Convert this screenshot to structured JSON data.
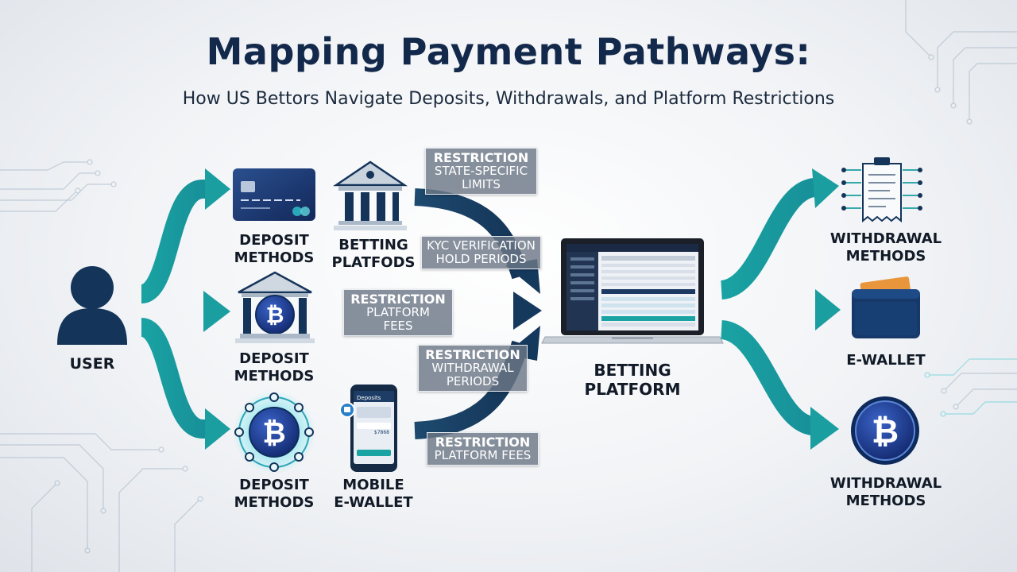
{
  "title": "Mapping Payment Pathways:",
  "subtitle": "How US Bettors Navigate Deposits, Withdrawals, and Platform Restrictions",
  "user": {
    "label": "USER"
  },
  "deposit_nodes": [
    {
      "lines": [
        "DEPOSIT",
        "METHODS"
      ],
      "icon": "credit-card-icon"
    },
    {
      "lines": [
        "DEPOSIT",
        "METHODS"
      ],
      "icon": "bank-bitcoin-icon"
    },
    {
      "lines": [
        "DEPOSIT",
        "METHODS"
      ],
      "icon": "bitcoin-network-icon"
    }
  ],
  "betting_platfods": {
    "lines": [
      "BETTING",
      "PLATFODS"
    ],
    "icon": "bank-icon"
  },
  "mobile_wallet": {
    "lines": [
      "MOBILE",
      "E-WALLET"
    ],
    "icon": "smartphone-icon",
    "screen_title": "Deposits",
    "screen_amount": "$7868"
  },
  "platform": {
    "lines": [
      "BETTING",
      "PLATFORM"
    ],
    "icon": "laptop-icon"
  },
  "restrictions": [
    {
      "heading": "RESTRICTION",
      "lines": [
        "STATE-SPECIFIC",
        "LIMITS"
      ]
    },
    {
      "heading": "",
      "lines": [
        "KYC VERIFICATION",
        "HOLD PERIODS"
      ]
    },
    {
      "heading": "RESTRICTION",
      "lines": [
        "PLATFORM",
        "FEES"
      ]
    },
    {
      "heading": "RESTRICTION",
      "lines": [
        "WITHDRAWAL",
        "PERIODS"
      ]
    },
    {
      "heading": "RESTRICTION",
      "lines": [
        "PLATFORM FEES"
      ]
    }
  ],
  "outputs": [
    {
      "lines": [
        "WITHDRAWAL",
        "METHODS"
      ],
      "icon": "receipt-circuit-icon"
    },
    {
      "lines": [
        "E-WALLET"
      ],
      "icon": "wallet-icon"
    },
    {
      "lines": [
        "WITHDRAWAL",
        "METHODS"
      ],
      "icon": "bitcoin-coin-icon"
    }
  ],
  "colors": {
    "teal": "#1f9aa0",
    "navy": "#14345a",
    "title": "#13294b",
    "restriction_box": "#6c7886"
  }
}
